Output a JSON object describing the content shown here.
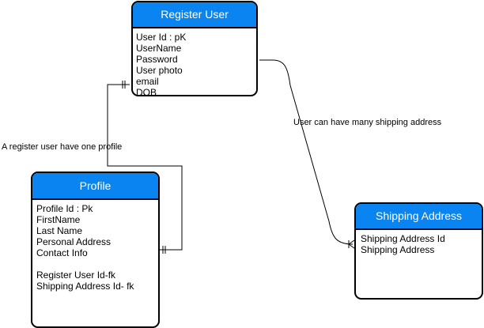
{
  "entities": {
    "register_user": {
      "title": "Register User",
      "fields": [
        "User Id : pK",
        "UserName",
        "Password",
        "User photo",
        "email",
        "DOB"
      ]
    },
    "profile": {
      "title": "Profile",
      "fields": [
        "Profile Id : Pk",
        "FirstName",
        "Last Name",
        "Personal Address",
        "Contact Info"
      ],
      "foreign_keys": [
        "Register User Id-fk",
        "Shipping Address Id- fk"
      ]
    },
    "shipping_address": {
      "title": "Shipping Address",
      "fields": [
        "Shipping Address Id",
        "Shipping Address"
      ]
    }
  },
  "relationships": {
    "profile": {
      "label": "A register user have one profile",
      "type": "one-to-one"
    },
    "shipping": {
      "label": "User can have many shipping address",
      "type": "one-to-many"
    }
  },
  "colors": {
    "header": "#0a84f0",
    "header_text": "#ffffff",
    "border": "#000000"
  }
}
